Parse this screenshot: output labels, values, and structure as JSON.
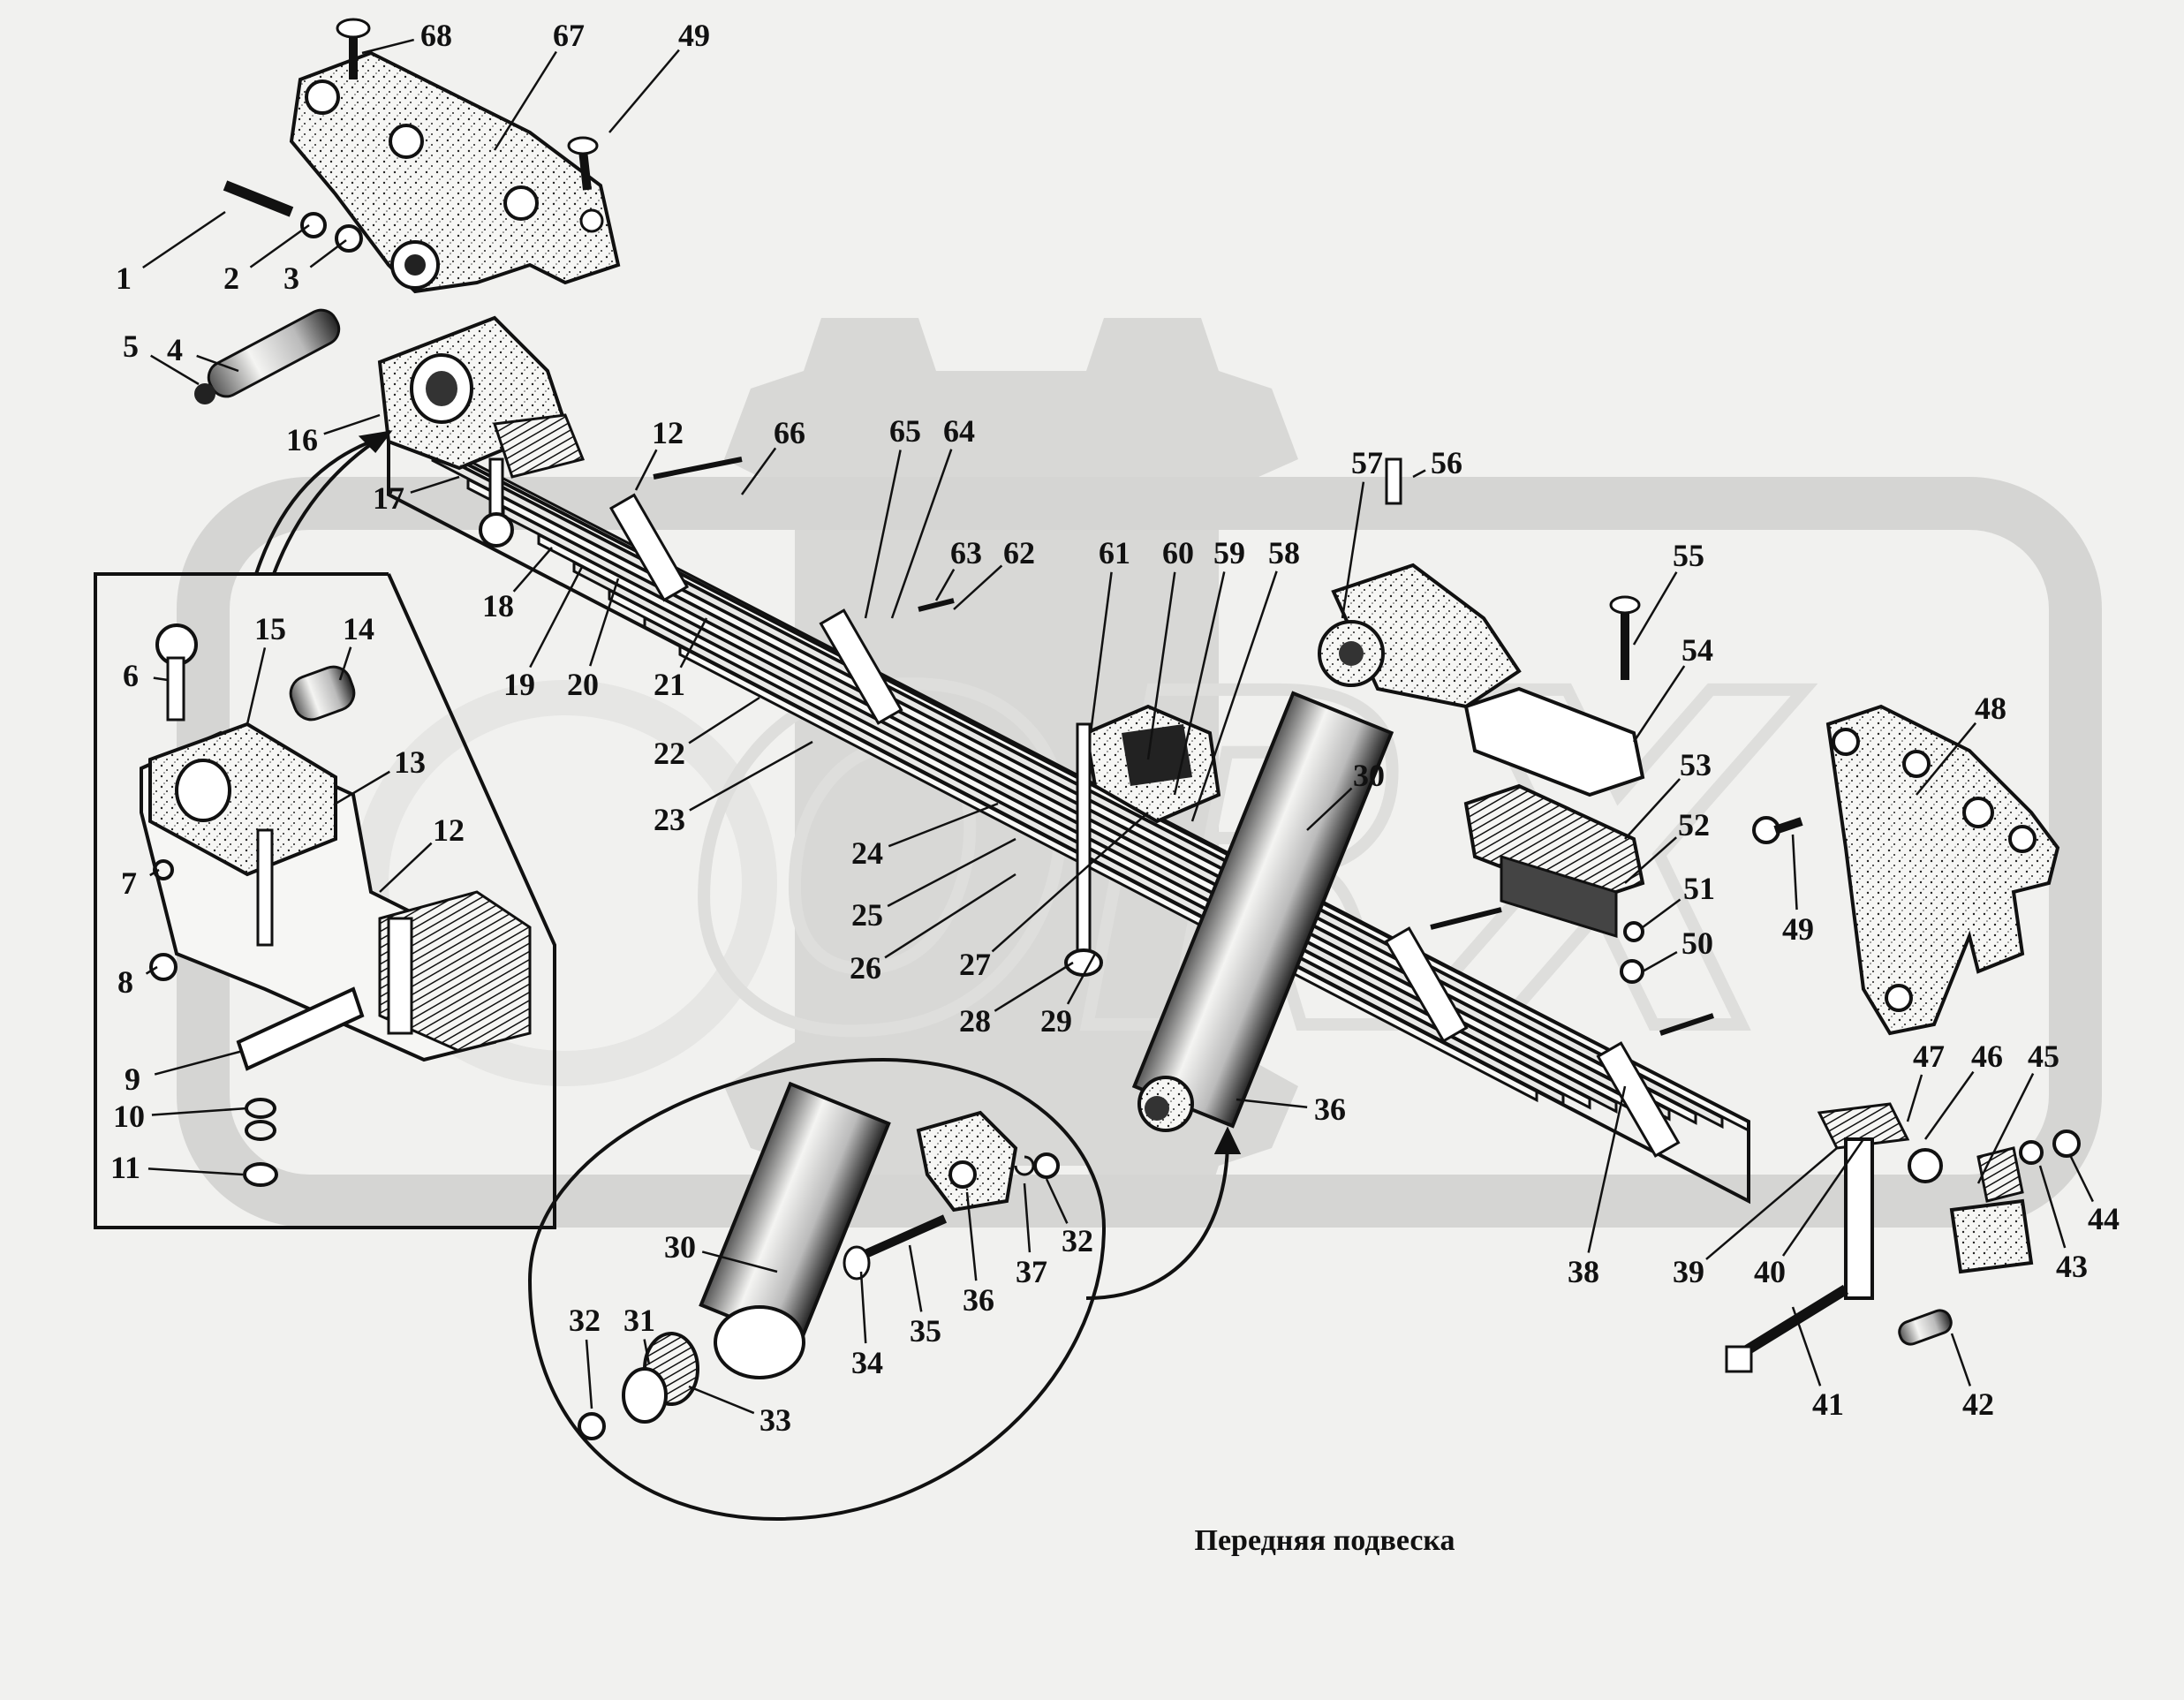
{
  "diagram": {
    "caption": "Передняя подвеска",
    "watermark_text": "ORX",
    "callouts": [
      {
        "id": "1",
        "label": "1"
      },
      {
        "id": "2",
        "label": "2"
      },
      {
        "id": "3",
        "label": "3"
      },
      {
        "id": "4",
        "label": "4"
      },
      {
        "id": "5",
        "label": "5"
      },
      {
        "id": "6",
        "label": "6"
      },
      {
        "id": "7",
        "label": "7"
      },
      {
        "id": "8",
        "label": "8"
      },
      {
        "id": "9",
        "label": "9"
      },
      {
        "id": "10",
        "label": "10"
      },
      {
        "id": "11",
        "label": "11"
      },
      {
        "id": "12a",
        "label": "12"
      },
      {
        "id": "12b",
        "label": "12"
      },
      {
        "id": "13",
        "label": "13"
      },
      {
        "id": "14",
        "label": "14"
      },
      {
        "id": "15",
        "label": "15"
      },
      {
        "id": "16",
        "label": "16"
      },
      {
        "id": "17",
        "label": "17"
      },
      {
        "id": "18",
        "label": "18"
      },
      {
        "id": "19",
        "label": "19"
      },
      {
        "id": "20",
        "label": "20"
      },
      {
        "id": "21",
        "label": "21"
      },
      {
        "id": "22",
        "label": "22"
      },
      {
        "id": "23",
        "label": "23"
      },
      {
        "id": "24",
        "label": "24"
      },
      {
        "id": "25",
        "label": "25"
      },
      {
        "id": "26",
        "label": "26"
      },
      {
        "id": "27",
        "label": "27"
      },
      {
        "id": "28",
        "label": "28"
      },
      {
        "id": "29",
        "label": "29"
      },
      {
        "id": "30a",
        "label": "30"
      },
      {
        "id": "30b",
        "label": "30"
      },
      {
        "id": "31",
        "label": "31"
      },
      {
        "id": "32a",
        "label": "32"
      },
      {
        "id": "32b",
        "label": "32"
      },
      {
        "id": "33",
        "label": "33"
      },
      {
        "id": "34",
        "label": "34"
      },
      {
        "id": "35",
        "label": "35"
      },
      {
        "id": "36a",
        "label": "36"
      },
      {
        "id": "36b",
        "label": "36"
      },
      {
        "id": "37",
        "label": "37"
      },
      {
        "id": "38",
        "label": "38"
      },
      {
        "id": "39",
        "label": "39"
      },
      {
        "id": "40",
        "label": "40"
      },
      {
        "id": "41",
        "label": "41"
      },
      {
        "id": "42",
        "label": "42"
      },
      {
        "id": "43",
        "label": "43"
      },
      {
        "id": "44",
        "label": "44"
      },
      {
        "id": "45",
        "label": "45"
      },
      {
        "id": "46",
        "label": "46"
      },
      {
        "id": "47",
        "label": "47"
      },
      {
        "id": "48",
        "label": "48"
      },
      {
        "id": "49a",
        "label": "49"
      },
      {
        "id": "49b",
        "label": "49"
      },
      {
        "id": "50",
        "label": "50"
      },
      {
        "id": "51",
        "label": "51"
      },
      {
        "id": "52",
        "label": "52"
      },
      {
        "id": "53",
        "label": "53"
      },
      {
        "id": "54",
        "label": "54"
      },
      {
        "id": "55",
        "label": "55"
      },
      {
        "id": "56",
        "label": "56"
      },
      {
        "id": "57",
        "label": "57"
      },
      {
        "id": "58",
        "label": "58"
      },
      {
        "id": "59",
        "label": "59"
      },
      {
        "id": "60",
        "label": "60"
      },
      {
        "id": "61",
        "label": "61"
      },
      {
        "id": "62",
        "label": "62"
      },
      {
        "id": "63",
        "label": "63"
      },
      {
        "id": "64",
        "label": "64"
      },
      {
        "id": "65",
        "label": "65"
      },
      {
        "id": "66",
        "label": "66"
      },
      {
        "id": "67",
        "label": "67"
      },
      {
        "id": "68",
        "label": "68"
      }
    ]
  }
}
